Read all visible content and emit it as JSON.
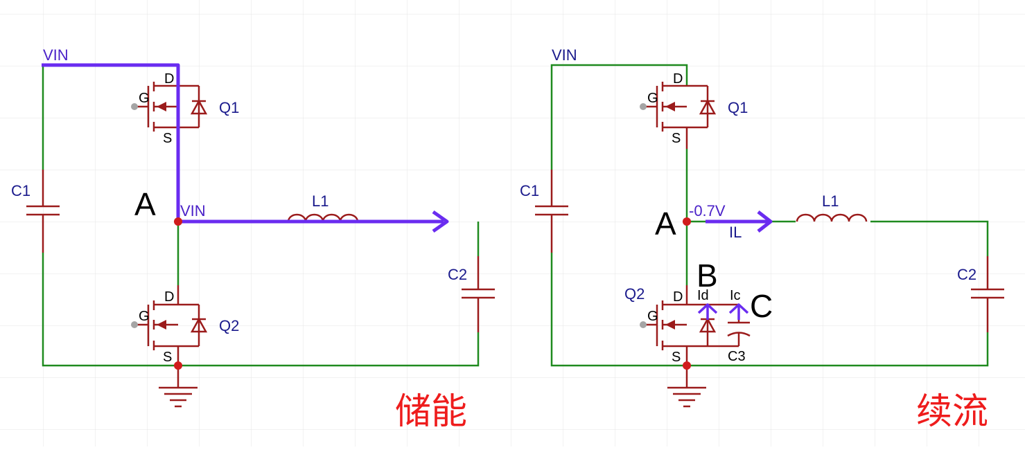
{
  "diagram": {
    "left": {
      "mode_label": "储能",
      "supply_label": "VIN",
      "node_a_label": "A",
      "node_a_voltage": "VIN",
      "capacitor_in": "C1",
      "capacitor_out": "C2",
      "inductor": "L1",
      "high_side_fet": {
        "name": "Q1",
        "gate": "G",
        "drain": "D",
        "source": "S"
      },
      "low_side_fet": {
        "name": "Q2",
        "gate": "G",
        "drain": "D",
        "source": "S"
      }
    },
    "right": {
      "mode_label": "续流",
      "supply_label": "VIN",
      "node_a_label": "A",
      "node_a_voltage": "-0.7V",
      "inductor_current": "IL",
      "node_b_label": "B",
      "node_c_label": "C",
      "diode_current": "Id",
      "cap_current": "Ic",
      "parasitic_cap": "C3",
      "capacitor_in": "C1",
      "capacitor_out": "C2",
      "inductor": "L1",
      "high_side_fet": {
        "name": "Q1",
        "gate": "G",
        "drain": "D",
        "source": "S"
      },
      "low_side_fet": {
        "name": "Q2",
        "gate": "G",
        "drain": "D",
        "source": "S"
      }
    }
  },
  "colors": {
    "wire": "#1f8a1f",
    "component": "#9b1b1b",
    "current_path": "#6a2cf0",
    "label_blue": "#1a1a8c",
    "mode_text": "#ee1c1c",
    "grid": "#e6e6e6",
    "node": "#d01c1c"
  }
}
